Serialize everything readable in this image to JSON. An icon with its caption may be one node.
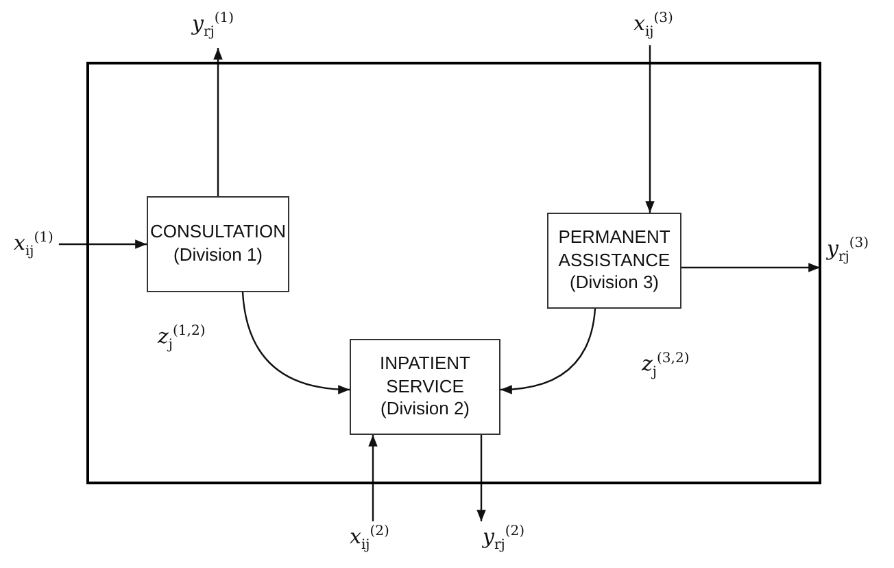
{
  "diagram": {
    "nodes": [
      {
        "text": [],
        "shape": "box"
      },
      {
        "text": [
          "CONSULTATION",
          "(Division 1)"
        ],
        "in": 0
      },
      {
        "text": [
          "PERMANENT ASSISTANCE",
          "(Division 3)"
        ],
        "in": 0
      },
      {
        "text": [
          "INPATIENT SERVICE",
          "(Division 2)"
        ],
        "in": 0
      },
      {
        "text": [
          "*y*$_{rj}$$^{(1)}$"
        ]
      },
      {
        "text": [
          "*x*$_{ij}$$^{(3)}$"
        ]
      },
      {
        "text": [
          "*x*$_{ij}$$^{(1)}$"
        ]
      },
      {
        "text": [
          "*y*$_{rj}$$^{(3)}$"
        ]
      },
      {
        "text": [
          "*x*$_{ij}$$^{(2)}$"
        ]
      },
      {
        "text": [
          "*y*$_{rj}$$^{(2)}$"
        ]
      }
    ],
    "edges": [
      {
        "from": 6,
        "to": 1,
        "arrow": "to"
      },
      {
        "from": 1,
        "to": 4,
        "arrow": "to"
      },
      {
        "from": 5,
        "to": 2,
        "arrow": "to"
      },
      {
        "from": 2,
        "to": 7,
        "arrow": "to"
      },
      {
        "from": 1,
        "to": 3,
        "arrow": "to",
        "label": "*z*$_{j}$$^{(1,2)}$"
      },
      {
        "from": 2,
        "to": 3,
        "arrow": "to",
        "label": "*z*$_{j}$$^{(3,2)}$"
      },
      {
        "from": 8,
        "to": 3,
        "arrow": "to"
      },
      {
        "from": 3,
        "to": 9,
        "arrow": "to"
      }
    ]
  }
}
